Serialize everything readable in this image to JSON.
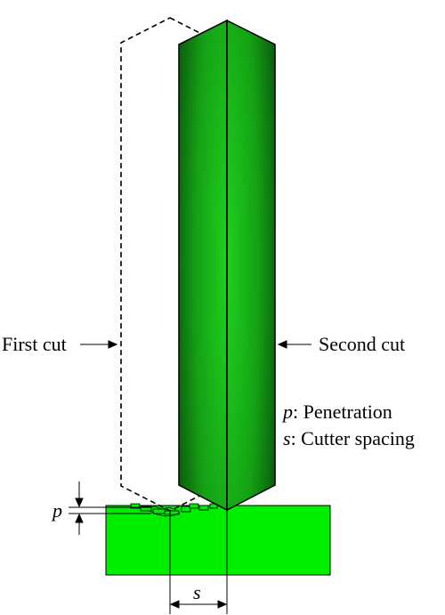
{
  "labels": {
    "first_cut": "First cut",
    "second_cut": "Second cut",
    "penetration_symbol": "p",
    "penetration_text": ": Penetration",
    "spacing_symbol": "s",
    "spacing_text": ": Cutter spacing",
    "p_dimension": "p",
    "s_dimension": "s"
  },
  "colors": {
    "cutter_light": "#22c722",
    "cutter_dark": "#0c6a0c",
    "rock": "#00ee00",
    "outline": "#000000"
  }
}
